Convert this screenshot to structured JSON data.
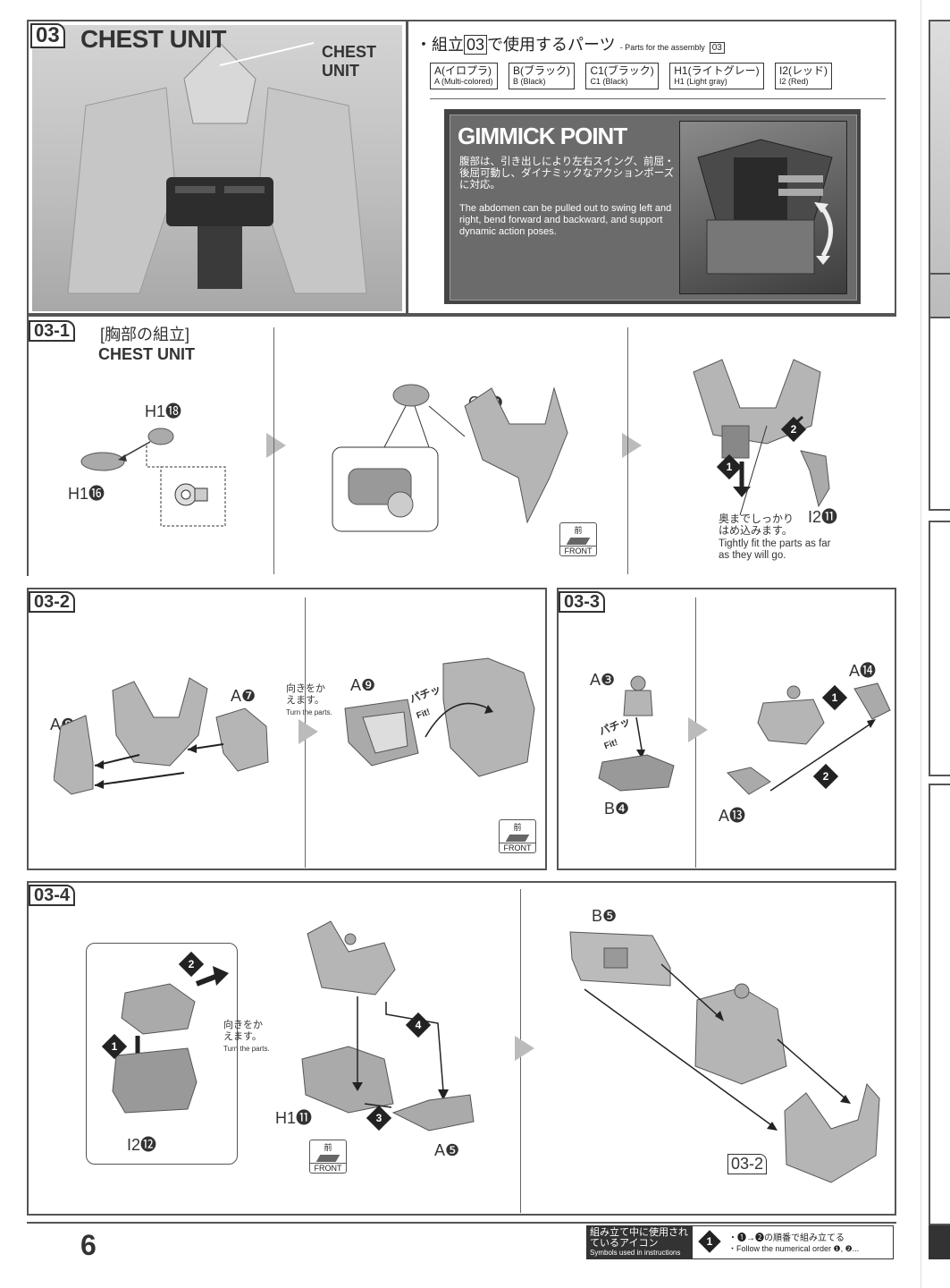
{
  "header": {
    "step_number": "03",
    "title": "CHEST UNIT",
    "image_label": "CHEST UNIT"
  },
  "parts": {
    "heading_jp_prefix": "・組立",
    "heading_step": "03",
    "heading_jp_suffix": "で使用するパーツ",
    "heading_en": "- Parts for the assembly",
    "heading_en_step": "03",
    "items": [
      {
        "jp": "A(イロプラ)",
        "en": "A (Multi-colored)"
      },
      {
        "jp": "B(ブラック)",
        "en": "B (Black)"
      },
      {
        "jp": "C1(ブラック)",
        "en": "C1 (Black)"
      },
      {
        "jp": "H1(ライトグレー)",
        "en": "H1 (Light gray)"
      },
      {
        "jp": "I2(レッド)",
        "en": "I2 (Red)"
      }
    ]
  },
  "gimmick": {
    "title": "GIMMICK POINT",
    "text_jp": "腹部は、引き出しにより左右スイング、前屈・後屈可動し、ダイナミックなアクションポーズに対応。",
    "text_en": "The abdomen can be pulled out to swing left and right, bend forward and backward, and support dynamic action poses."
  },
  "step_03_1": {
    "number": "03-1",
    "title_jp": "[胸部の組立]",
    "title_en": "CHEST UNIT",
    "labels": {
      "h1_18": "H1⓲",
      "h1_16": "H1⓰",
      "c1_2": "C1❷",
      "i2_11": "I2⓫"
    },
    "note_jp": "奥までしっかりはめ込みます。",
    "note_en": "Tightly fit the parts as far as they will go."
  },
  "step_03_2": {
    "number": "03-2",
    "labels": {
      "a8": "A❽",
      "a7": "A❼",
      "a9": "A❾"
    },
    "turn_jp": "向きをかえます。",
    "turn_en": "Turn the parts.",
    "fit_jp": "パチッ",
    "fit_en": "Fit!"
  },
  "step_03_3": {
    "number": "03-3",
    "labels": {
      "a3": "A❸",
      "b4": "B❹",
      "a14": "A⓮",
      "a13": "A⓭"
    },
    "fit_jp": "パチッ",
    "fit_en": "Fit!"
  },
  "step_03_4": {
    "number": "03-4",
    "labels": {
      "i2_12": "I2⓬",
      "h1_11": "H1⓫",
      "a5": "A❺",
      "b5": "B❺",
      "ref": "03-2"
    },
    "turn_jp": "向きをかえます。",
    "turn_en": "Turn the parts."
  },
  "front_icon": {
    "jp": "前",
    "en": "FRONT"
  },
  "footer": {
    "page_number": "6",
    "symbols_jp": "組み立て中に使用されているアイコン",
    "symbols_en": "Symbols used in instructions",
    "order_jp": "・❶→❷の順番で組み立てる",
    "order_en": "・Follow the numerical order ❶, ❷..."
  },
  "colors": {
    "frame": "#555555",
    "gimmick_bg": "#6b6b6b",
    "gimmick_border": "#444444"
  }
}
